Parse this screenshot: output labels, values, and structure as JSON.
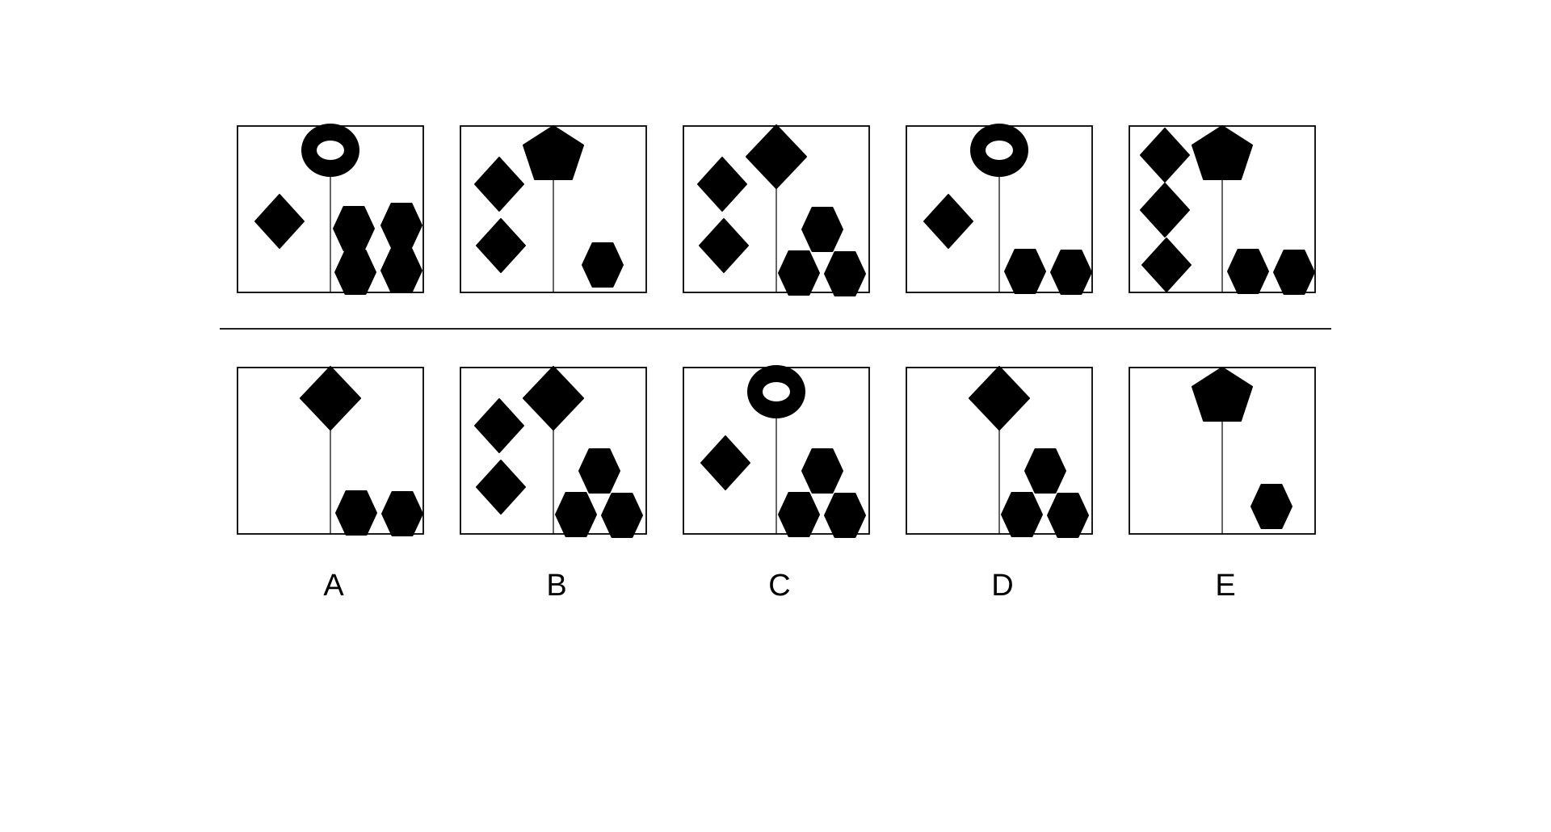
{
  "colors": {
    "ink": "#000000",
    "background": "#ffffff"
  },
  "question_panels": [
    {
      "top": {
        "shape": "ring-icon"
      },
      "left": [
        "diamond-icon"
      ],
      "right": [
        "hexagon-icon",
        "hexagon-icon",
        "hexagon-icon",
        "hexagon-icon"
      ]
    },
    {
      "top": {
        "shape": "pentagon-icon"
      },
      "left": [
        "diamond-icon",
        "diamond-icon"
      ],
      "right": [
        "hexagon-icon"
      ]
    },
    {
      "top": {
        "shape": "diamond-icon"
      },
      "left": [
        "diamond-icon",
        "diamond-icon"
      ],
      "right": [
        "hexagon-icon",
        "hexagon-icon",
        "hexagon-icon"
      ]
    },
    {
      "top": {
        "shape": "ring-icon"
      },
      "left": [
        "diamond-icon"
      ],
      "right": [
        "hexagon-icon",
        "hexagon-icon"
      ]
    },
    {
      "top": {
        "shape": "pentagon-icon"
      },
      "left": [
        "diamond-icon",
        "diamond-icon",
        "diamond-icon"
      ],
      "right": [
        "hexagon-icon",
        "hexagon-icon"
      ]
    }
  ],
  "answer_panels": [
    {
      "label": "A",
      "top": {
        "shape": "diamond-icon"
      },
      "left": [],
      "right": [
        "hexagon-icon",
        "hexagon-icon"
      ]
    },
    {
      "label": "B",
      "top": {
        "shape": "diamond-icon"
      },
      "left": [
        "diamond-icon",
        "diamond-icon"
      ],
      "right": [
        "hexagon-icon",
        "hexagon-icon",
        "hexagon-icon"
      ]
    },
    {
      "label": "C",
      "top": {
        "shape": "ring-icon"
      },
      "left": [
        "diamond-icon"
      ],
      "right": [
        "hexagon-icon",
        "hexagon-icon",
        "hexagon-icon"
      ]
    },
    {
      "label": "D",
      "top": {
        "shape": "diamond-icon"
      },
      "left": [],
      "right": [
        "hexagon-icon",
        "hexagon-icon",
        "hexagon-icon"
      ]
    },
    {
      "label": "E",
      "top": {
        "shape": "pentagon-icon"
      },
      "left": [],
      "right": [
        "hexagon-icon"
      ]
    }
  ]
}
